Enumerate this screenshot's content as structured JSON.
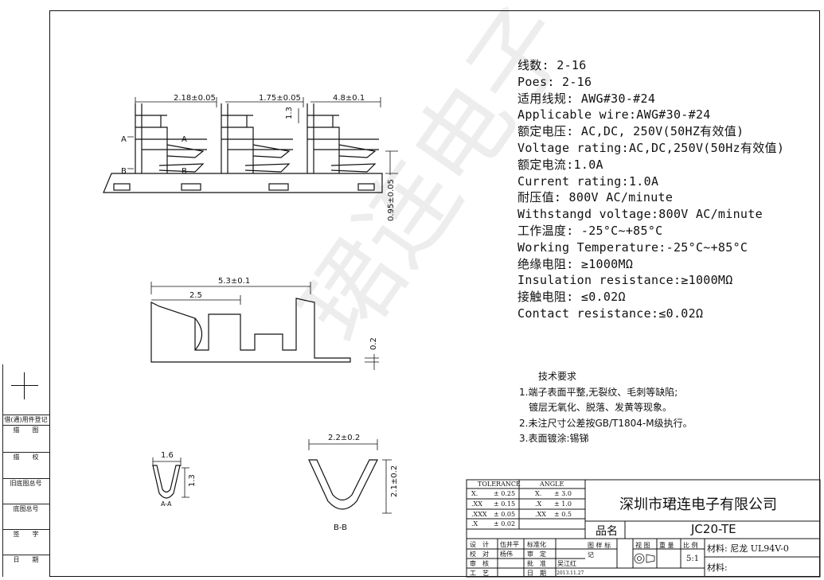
{
  "watermark": "珺连电子",
  "specs": [
    "线数: 2-16",
    "Poes: 2-16",
    "适用线规: AWG#30-#24",
    "Applicable wire:AWG#30-#24",
    "额定电压: AC,DC, 250V(50HZ有效值)",
    "Voltage rating:AC,DC,250V(50Hz有效值)",
    "额定电流:1.0A",
    "Current rating:1.0A",
    "耐压值: 800V AC/minute",
    "Withstangd voltage:800V AC/minute",
    "工作温度: -25°C~+85°C",
    "Working Temperature:-25°C~+85°C",
    "绝缘电阻: ≥1000MΩ",
    "Insulation resistance:≥1000MΩ",
    "接触电阻: ≤0.02Ω",
    "Contact resistance:≤0.02Ω"
  ],
  "tech": {
    "title": "技术要求",
    "items": [
      "1.端子表面平整,无裂纹、毛刺等缺陷;",
      "镀层无氧化、脱落、发黄等现象。",
      "2.未注尺寸公差按GB/T1804-M级执行。",
      "3.表面镀涂:锡锑"
    ]
  },
  "dims": {
    "d1": "2.18±0.05",
    "d2": "1.75±0.05",
    "d3": "4.8±0.1",
    "d4": "1.3",
    "d5": "0.95±0.05",
    "d6": "5.3±0.1",
    "d7": "2.5",
    "d8": "0.2",
    "d9": "1.6",
    "d10": "1.3",
    "d11": "2.2±0.2",
    "d12": "2.1±0.2",
    "lblA": "A",
    "lblB": "B",
    "lblAA": "A-A",
    "lblBB": "B-B"
  },
  "leftcol": [
    "借(通)用件登记",
    "描　　图",
    "描　　校",
    "旧底图总号",
    "底图总号",
    "签　　字",
    "日　　期"
  ],
  "titleblock": {
    "tolerance": "TOLERANCE",
    "angle": "ANGLE",
    "tol_rows": [
      [
        "X.",
        "± 0.25"
      ],
      [
        ".XX",
        "± 0.15"
      ],
      [
        ".XXX",
        "± 0.05"
      ],
      [
        ".X",
        "± 0.02"
      ]
    ],
    "ang_rows": [
      [
        "X.",
        "± 3.0"
      ],
      [
        ".X",
        "± 1.0"
      ],
      [
        ".XX",
        "± 0.5"
      ]
    ],
    "company": "深圳市珺连电子有限公司",
    "pinming": "品名",
    "part": "JC20-TE",
    "sign_rows": [
      [
        "设　计",
        "伍井平"
      ],
      [
        "校　对",
        "杨伟"
      ],
      [
        "审　核",
        ""
      ],
      [
        "工　艺",
        ""
      ]
    ],
    "std_rows": [
      [
        "标准化",
        ""
      ],
      [
        "审　定",
        ""
      ],
      [
        "批　准",
        "吴江红"
      ],
      [
        "日　期",
        "2013.11.27"
      ]
    ],
    "tu_yang": "图 样 标",
    "ji": "记",
    "shitu": "视 图",
    "zhongliang": "重 量",
    "bili": "比 例",
    "scale": "5:1",
    "material1": "材料: 尼龙 UL94V-0",
    "material2": "材料:"
  }
}
